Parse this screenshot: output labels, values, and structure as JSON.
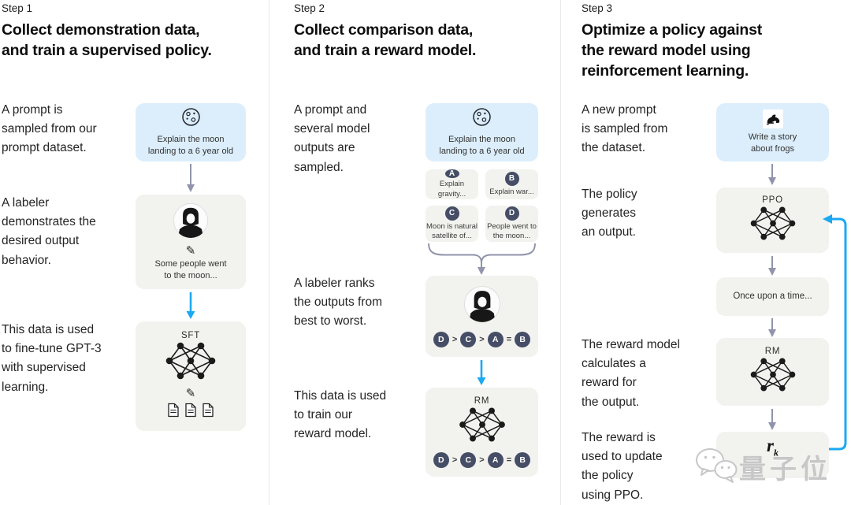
{
  "steps": [
    {
      "label": "Step 1",
      "heading": "Collect demonstration data,\nand train a supervised policy.",
      "annotations": [
        "A prompt is\nsampled from our\nprompt dataset.",
        "A labeler\ndemonstrates the\ndesired output\nbehavior.",
        "This data is used\nto fine-tune GPT-3\nwith supervised\nlearning."
      ],
      "prompt_card": {
        "icon": "moon-icon",
        "text": "Explain the moon\nlanding to a 6 year old"
      },
      "labeler_card": {
        "icon": "labeler-avatar",
        "text": "Some people went\nto the moon..."
      },
      "model_card": {
        "title": "SFT"
      }
    },
    {
      "label": "Step 2",
      "heading": "Collect comparison data,\nand train a reward model.",
      "annotations": [
        "A prompt and\nseveral model\noutputs are\nsampled.",
        "A labeler ranks\nthe outputs from\nbest to worst.",
        "This data is used\nto train our\nreward model."
      ],
      "prompt_card": {
        "icon": "moon-icon",
        "text": "Explain the moon\nlanding to a 6 year old"
      },
      "outputs": [
        {
          "id": "A",
          "text": "Explain gravity..."
        },
        {
          "id": "B",
          "text": "Explain war..."
        },
        {
          "id": "C",
          "text": "Moon is natural\nsatellite of..."
        },
        {
          "id": "D",
          "text": "People went to\nthe moon..."
        }
      ],
      "ranking": {
        "items": [
          "D",
          "C",
          "A",
          "B"
        ],
        "seps": [
          ">",
          ">",
          "="
        ]
      },
      "model_card": {
        "title": "RM"
      }
    },
    {
      "label": "Step 3",
      "heading": "Optimize a policy against\nthe reward model using\nreinforcement learning.",
      "annotations": [
        "A new prompt\nis sampled from\nthe dataset.",
        "The policy\ngenerates\nan output.",
        "The reward model\ncalculates a\nreward for\nthe output.",
        "The reward is\nused to update\nthe policy\nusing PPO."
      ],
      "prompt_card": {
        "icon": "frog-icon",
        "text": "Write a story\nabout frogs"
      },
      "policy_card": {
        "title": "PPO"
      },
      "output_card": {
        "text": "Once upon a time..."
      },
      "reward_model_card": {
        "title": "RM"
      },
      "reward_card": {
        "symbol": "r",
        "subscript": "k"
      }
    }
  ],
  "watermark": {
    "text": "量子位"
  },
  "icons": {
    "pencil_glyph": "✎",
    "moon": "moon-icon",
    "frog": "frog-icon",
    "labeler": "labeler-avatar",
    "network": "network-icon",
    "document": "document-icon",
    "wechat": "wechat-bubbles-icon"
  },
  "colors": {
    "prompt_card_bg": "#dceefb",
    "card_bg": "#f2f2ef",
    "arrow_gray": "#9094ac",
    "arrow_blue": "#1ba9f2",
    "badge_bg": "#454e66"
  }
}
